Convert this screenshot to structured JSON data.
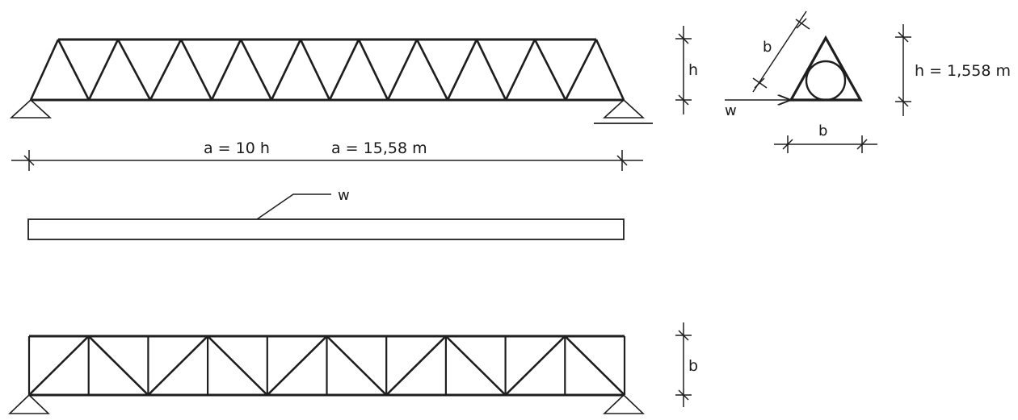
{
  "labels": {
    "h_elev": "h",
    "span_rel": "a = 10 h",
    "span_abs": "a = 15,58 m",
    "wind_beam": "w",
    "b_plan": "b",
    "b_side": "b",
    "b_bottom": "b",
    "wind_section": "w",
    "h_section": "h = 1,558 m"
  },
  "colors": {
    "line": "#1e1e1e",
    "background": "#ffffff"
  }
}
